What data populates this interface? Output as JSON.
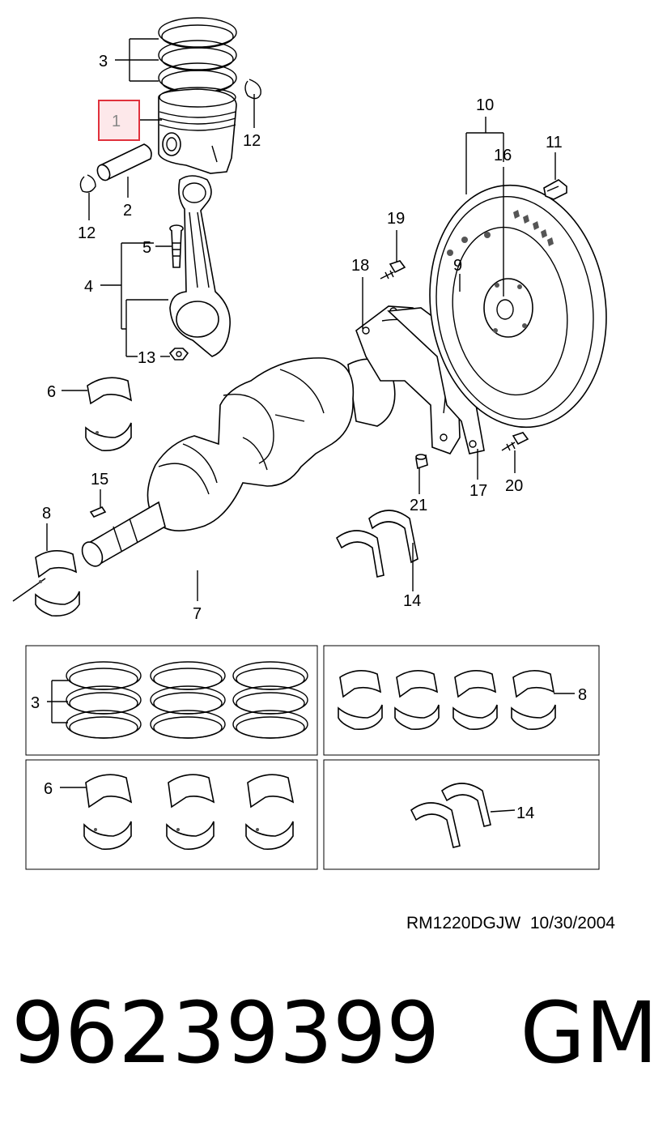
{
  "callouts": {
    "c1": "1",
    "c2": "2",
    "c3": "3",
    "c4": "4",
    "c5": "5",
    "c6": "6",
    "c7": "7",
    "c8": "8",
    "c9": "9",
    "c10": "10",
    "c11": "11",
    "c12a": "12",
    "c12b": "12",
    "c13": "13",
    "c14": "14",
    "c15": "15",
    "c16": "16",
    "c17": "17",
    "c18": "18",
    "c19": "19",
    "c20": "20",
    "c21": "21",
    "inset_rings": "3",
    "inset_main_bearings": "8",
    "inset_rod_bearings": "6",
    "inset_thrust": "14"
  },
  "highlight_color": "#e0313c",
  "drawing_code": "RM1220DGJW  10/30/2004",
  "part_number": "96239399",
  "brand": "GM"
}
